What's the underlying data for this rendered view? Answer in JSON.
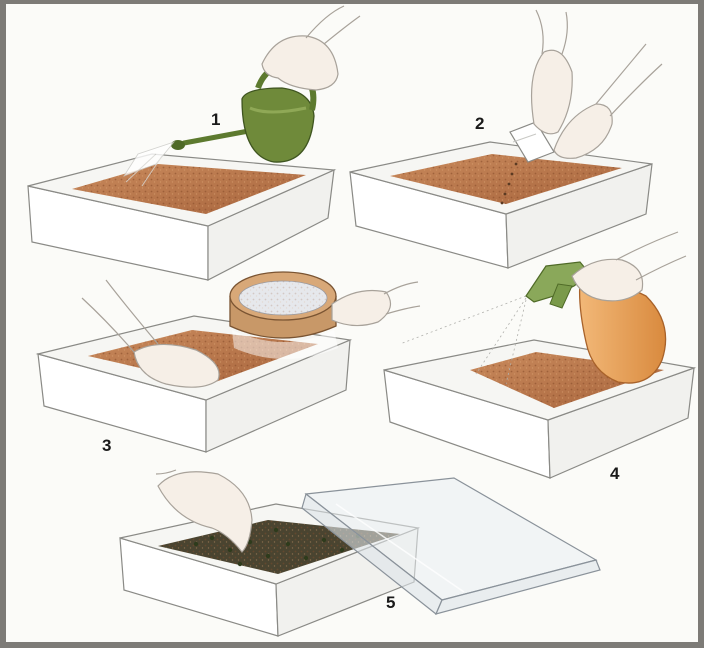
{
  "steps": [
    {
      "number": "1"
    },
    {
      "number": "2"
    },
    {
      "number": "3"
    },
    {
      "number": "4"
    },
    {
      "number": "5"
    }
  ],
  "colors": {
    "frame": "#7d7b77",
    "page": "#fbfbf8",
    "tray": "#ffffff",
    "tray_outline": "#8a8a86",
    "soil": "#b9754a",
    "soil_dark": "#7a4a2c",
    "seedlings": "#3d3a26",
    "watering_can": "#6f8a3a",
    "sprayer": "#e7a05a",
    "sieve": "#b98a5a",
    "hand": "#f6efe7"
  },
  "icons": [
    "watering-can-icon",
    "seed-packet-icon",
    "sieve-icon",
    "spray-bottle-icon",
    "propagator-lid-icon"
  ]
}
